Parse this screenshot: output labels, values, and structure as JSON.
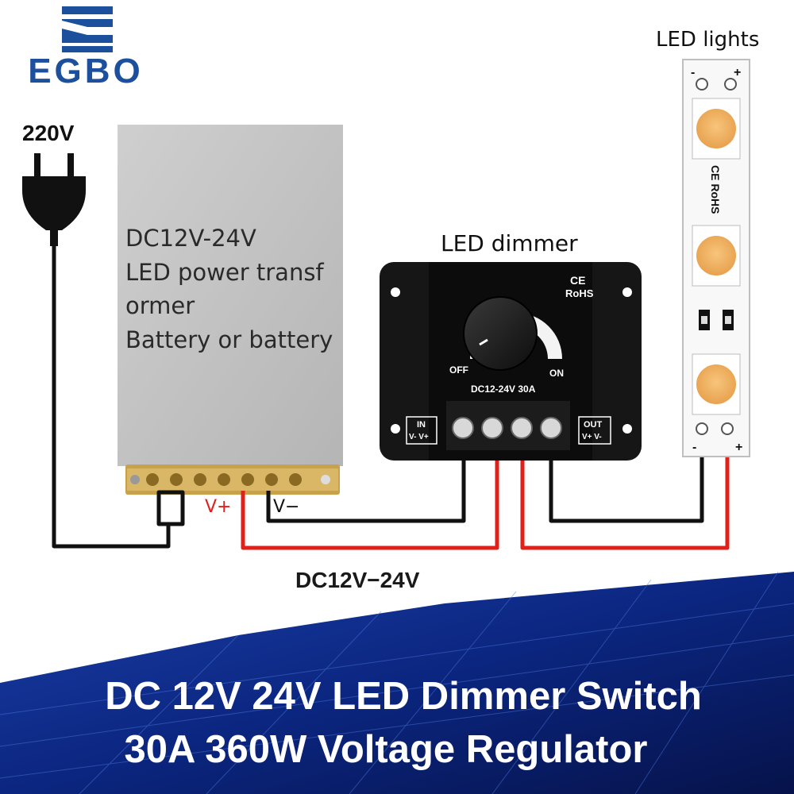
{
  "brand": {
    "name": "EGBO",
    "color": "#1c4f9c"
  },
  "plug": {
    "voltage_label": "220V"
  },
  "power_supply": {
    "lines": [
      "DC12V-24V",
      "LED power transf",
      "ormer",
      "Battery or battery"
    ],
    "vplus_label": "V+",
    "vminus_label": "V−"
  },
  "dimmer": {
    "title": "LED dimmer",
    "ce_mark": "CE",
    "rohs_mark": "RoHS",
    "off_label": "OFF",
    "on_label": "ON",
    "rating": "DC12-24V  30A",
    "in_label": "IN",
    "in_pins": "V- V+",
    "out_label": "OUT",
    "out_pins": "V+ V-"
  },
  "led_strip": {
    "title": "LED lights",
    "minus": "-",
    "plus": "+",
    "cert": "CE RoHS"
  },
  "wire_label": "DC12V−24V",
  "banner": {
    "line1": "DC 12V 24V LED Dimmer Switch",
    "line2": "30A 360W Voltage Regulator"
  },
  "colors": {
    "wire_black": "#111111",
    "wire_red": "#e0201b",
    "banner_bg": "#0a1f6b",
    "led_yellow": "#f2b866"
  }
}
